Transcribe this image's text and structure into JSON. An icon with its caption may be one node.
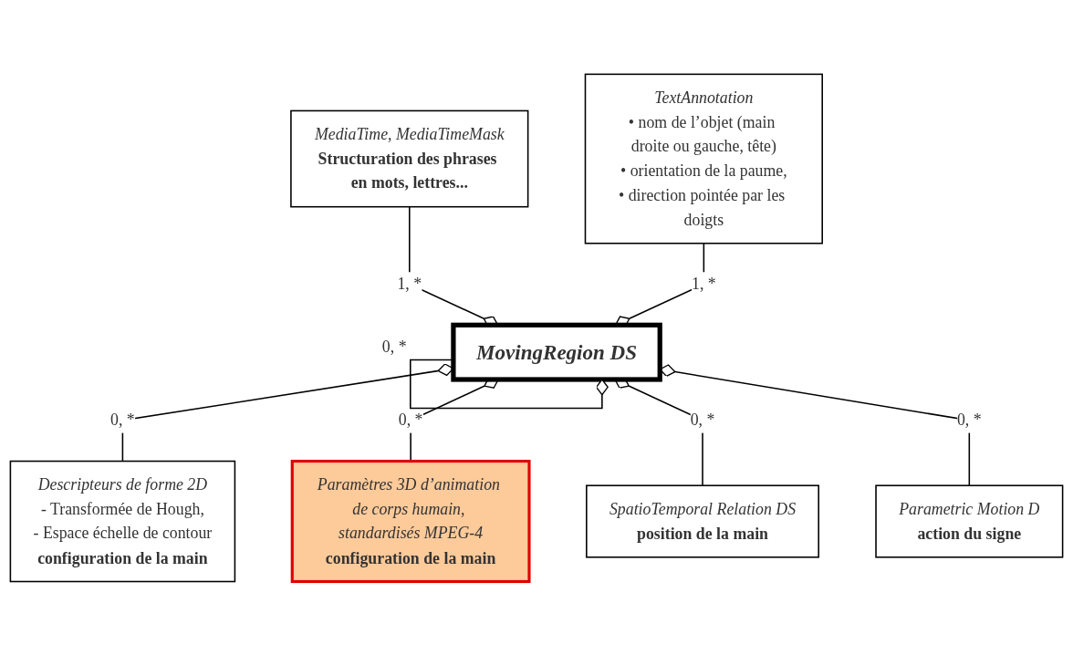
{
  "diagram": {
    "nodes": [
      {
        "text": [
          "MediaTime, MediaTimeMask",
          "Structuration des phrases en mots, lettres..."
        ]
      },
      {
        "text": [
          "TextAnnotation",
          "• nom de l’objet (main droite ou gauche, tête)",
          "• orientation de la paume,",
          "• direction pointée par les doigts"
        ]
      },
      {
        "text": [
          "MovingRegion DS"
        ]
      },
      {
        "text": [
          "Descripteurs de forme 2D",
          "- Transformée de Hough,",
          "- Espace échelle de contour",
          "configuration de la main"
        ]
      },
      {
        "text": [
          "Paramètres 3D d’animation de corps humain, standardisés MPEG-4",
          "configuration de la main"
        ]
      },
      {
        "text": [
          "SpatioTemporal Relation DS",
          "position de la main"
        ]
      },
      {
        "text": [
          "Parametric Motion D",
          "action du signe"
        ]
      }
    ],
    "edges": [
      {
        "from": 0,
        "to": 2,
        "arrow": "other",
        "label": "1, *"
      },
      {
        "from": 1,
        "to": 2,
        "arrow": "other",
        "label": "1, *"
      },
      {
        "from": 2,
        "to": 2,
        "arrow": "other",
        "label": "0, *"
      },
      {
        "from": 3,
        "to": 2,
        "arrow": "other",
        "label": "0, *"
      },
      {
        "from": 4,
        "to": 2,
        "arrow": "other",
        "label": "0, *"
      },
      {
        "from": 5,
        "to": 2,
        "arrow": "other",
        "label": "0, *"
      },
      {
        "from": 6,
        "to": 2,
        "arrow": "other",
        "label": "0, *"
      }
    ]
  }
}
